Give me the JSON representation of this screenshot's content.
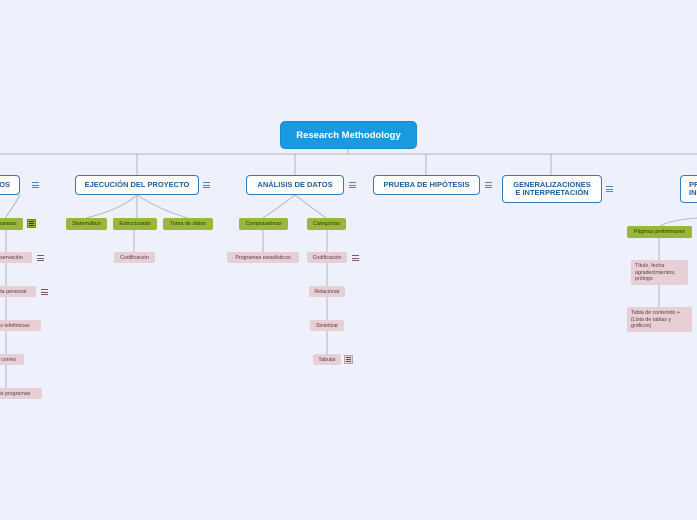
{
  "root": {
    "label": "Research Methodology"
  },
  "branches": {
    "b0": {
      "label": "ATOS"
    },
    "b1": {
      "label": "EJECUCIÓN DEL PROYECTO"
    },
    "b2": {
      "label": "ANÁLISIS DE DATOS"
    },
    "b3": {
      "label": "PRUEBA DE HIPÓTESIS"
    },
    "b4": {
      "label_line1": "GENERALIZACIONES",
      "label_line2": "E INTERPRETACIÓN"
    },
    "b5": {
      "label_line1": "PR",
      "label_line2": "IN"
    }
  },
  "subtopics": {
    "b0_c1": "cuestas",
    "b0_c2": "bservación",
    "b0_c3": "sta personal",
    "b0_c4": "as telefónicas",
    "b0_c5": "r correo",
    "b0_c6": "de programas",
    "b1_c1": "Sistemático",
    "b1_c2": "Estructurado",
    "b1_c2_1": "Codificación",
    "b1_c3": "Toma de datos",
    "b2_c1": "Computadoras",
    "b2_c1_1": "Programas estadísticos",
    "b2_c2": "Categorías",
    "b2_c2_1": "Codificación",
    "b2_c2_2": "Relacionar",
    "b2_c2_3": "Sintetizar",
    "b2_c2_4": "Tabular",
    "b5_c1": "Páginas preliminares",
    "b5_c1_1": "Título, fecha agradecimientos, prólogo",
    "b5_c1_2": "Tabla de contenido + (Lista de tablas y gráficos)"
  },
  "colors": {
    "background": "#eef0fb",
    "root": "#1a98e0",
    "main_border": "#2e7cc4",
    "subtopic_green": "#99b83a",
    "subtopic_pink": "#e7cfd6",
    "link": "#b5b5c0"
  },
  "icons": {
    "notes": "notes-icon"
  }
}
